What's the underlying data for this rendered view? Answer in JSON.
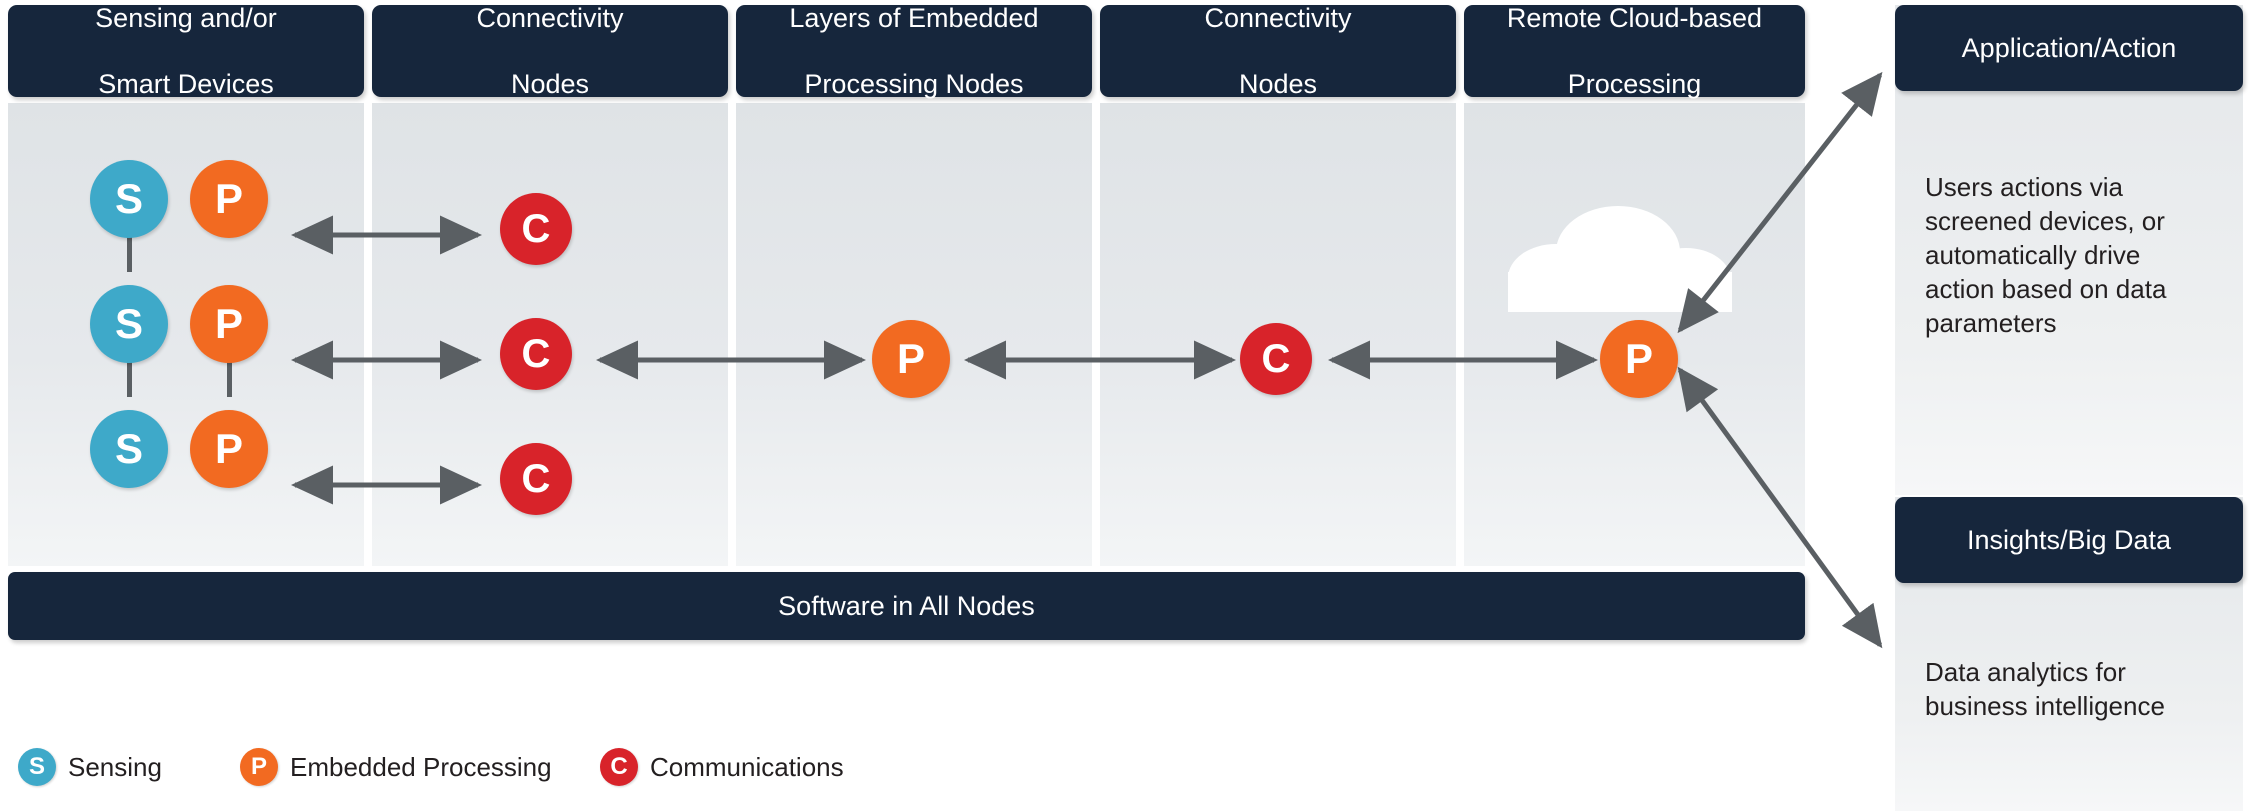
{
  "diagram": {
    "title_bar": {
      "label": "Software in All Nodes"
    },
    "columns": [
      {
        "id": "sensing",
        "label": "Sensing and/or\nSmart Devices",
        "line1": "Sensing and/or",
        "line2": "Smart Devices"
      },
      {
        "id": "connectivity-1",
        "label": "Connectivity\nNodes",
        "line1": "Connectivity",
        "line2": "Nodes"
      },
      {
        "id": "embedded",
        "label": "Layers of Embedded\nProcessing Nodes",
        "line1": "Layers of Embedded",
        "line2": "Processing Nodes"
      },
      {
        "id": "connectivity-2",
        "label": "Connectivity\nNodes",
        "line1": "Connectivity",
        "line2": "Nodes"
      },
      {
        "id": "cloud",
        "label": "Remote Cloud-based\nProcessing",
        "line1": "Remote Cloud-based",
        "line2": "Processing"
      }
    ],
    "nodes": [
      {
        "id": "s-1",
        "type": "S",
        "letter": "S",
        "column": "sensing",
        "row": 1
      },
      {
        "id": "s-2",
        "type": "S",
        "letter": "S",
        "column": "sensing",
        "row": 2
      },
      {
        "id": "s-3",
        "type": "S",
        "letter": "S",
        "column": "sensing",
        "row": 3
      },
      {
        "id": "p-1",
        "type": "P",
        "letter": "P",
        "column": "sensing",
        "row": 1
      },
      {
        "id": "p-2",
        "type": "P",
        "letter": "P",
        "column": "sensing",
        "row": 2
      },
      {
        "id": "p-3",
        "type": "P",
        "letter": "P",
        "column": "sensing",
        "row": 3
      },
      {
        "id": "c-1",
        "type": "C",
        "letter": "C",
        "column": "connectivity-1",
        "row": 1
      },
      {
        "id": "c-2",
        "type": "C",
        "letter": "C",
        "column": "connectivity-1",
        "row": 2
      },
      {
        "id": "c-3",
        "type": "C",
        "letter": "C",
        "column": "connectivity-1",
        "row": 3
      },
      {
        "id": "p-mid",
        "type": "P",
        "letter": "P",
        "column": "embedded",
        "row": 2
      },
      {
        "id": "c-mid",
        "type": "C",
        "letter": "C",
        "column": "connectivity-2",
        "row": 2
      },
      {
        "id": "p-cloud",
        "type": "P",
        "letter": "P",
        "column": "cloud",
        "row": 2
      }
    ],
    "cloud_icon": {
      "name": "cloud-icon",
      "color": "#ffffff"
    }
  },
  "right_panels": [
    {
      "id": "application-action",
      "header": "Application/Action",
      "body": "Users actions via screened devices, or automatically drive action based on data parameters"
    },
    {
      "id": "insights-big-data",
      "header": "Insights/Big Data",
      "body": "Data analytics for business intelligence"
    }
  ],
  "legend": [
    {
      "id": "sensing",
      "letter": "S",
      "label": "Sensing",
      "color": "#3ea9c9"
    },
    {
      "id": "embedded",
      "letter": "P",
      "label": "Embedded Processing",
      "color": "#f26a21"
    },
    {
      "id": "comms",
      "letter": "C",
      "label": "Communications",
      "color": "#d8232a"
    }
  ],
  "colors": {
    "header_navy": "#16263c",
    "sensing_blue": "#3ea9c9",
    "processing_orange": "#f26a21",
    "communications_red": "#d8232a",
    "arrow_gray": "#5a5f63",
    "panel_light": "#e4e7ea",
    "text_dark": "#231f20",
    "text_light": "#ffffff"
  }
}
